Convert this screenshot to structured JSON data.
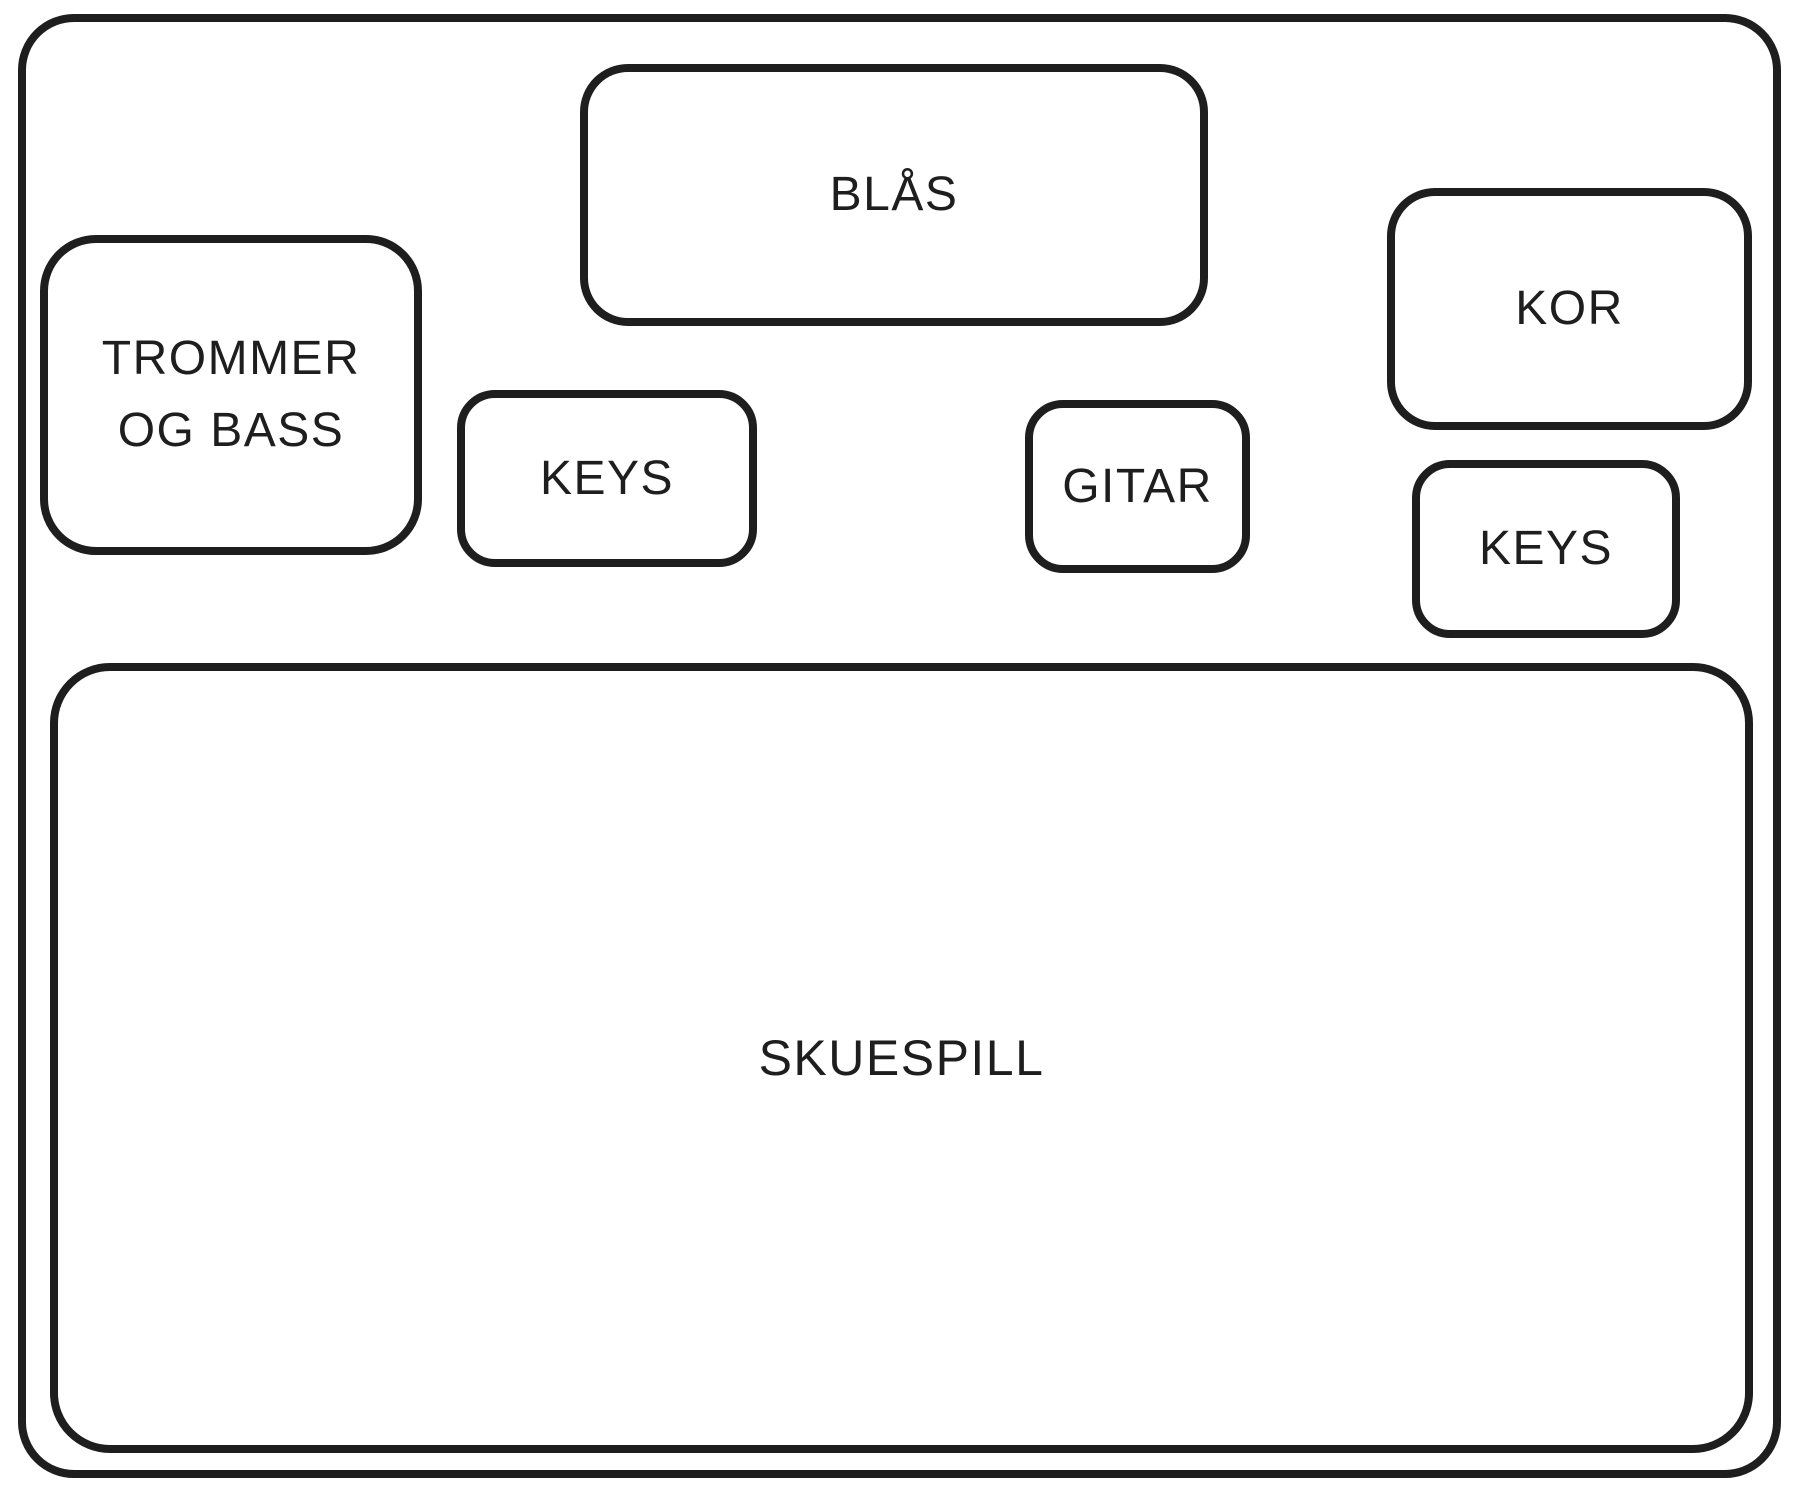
{
  "canvas": {
    "background_color": "#ffffff",
    "stroke_color": "#1e1e1e",
    "text_color": "#1e1e1e"
  },
  "stage": {
    "zones": {
      "blas": "BLÅS",
      "trommer_og_bass": "TROMMER OG BASS",
      "keys_left": "KEYS",
      "gitar": "GITAR",
      "kor": "KOR",
      "keys_right": "KEYS",
      "skuespill": "SKUESPILL"
    }
  }
}
